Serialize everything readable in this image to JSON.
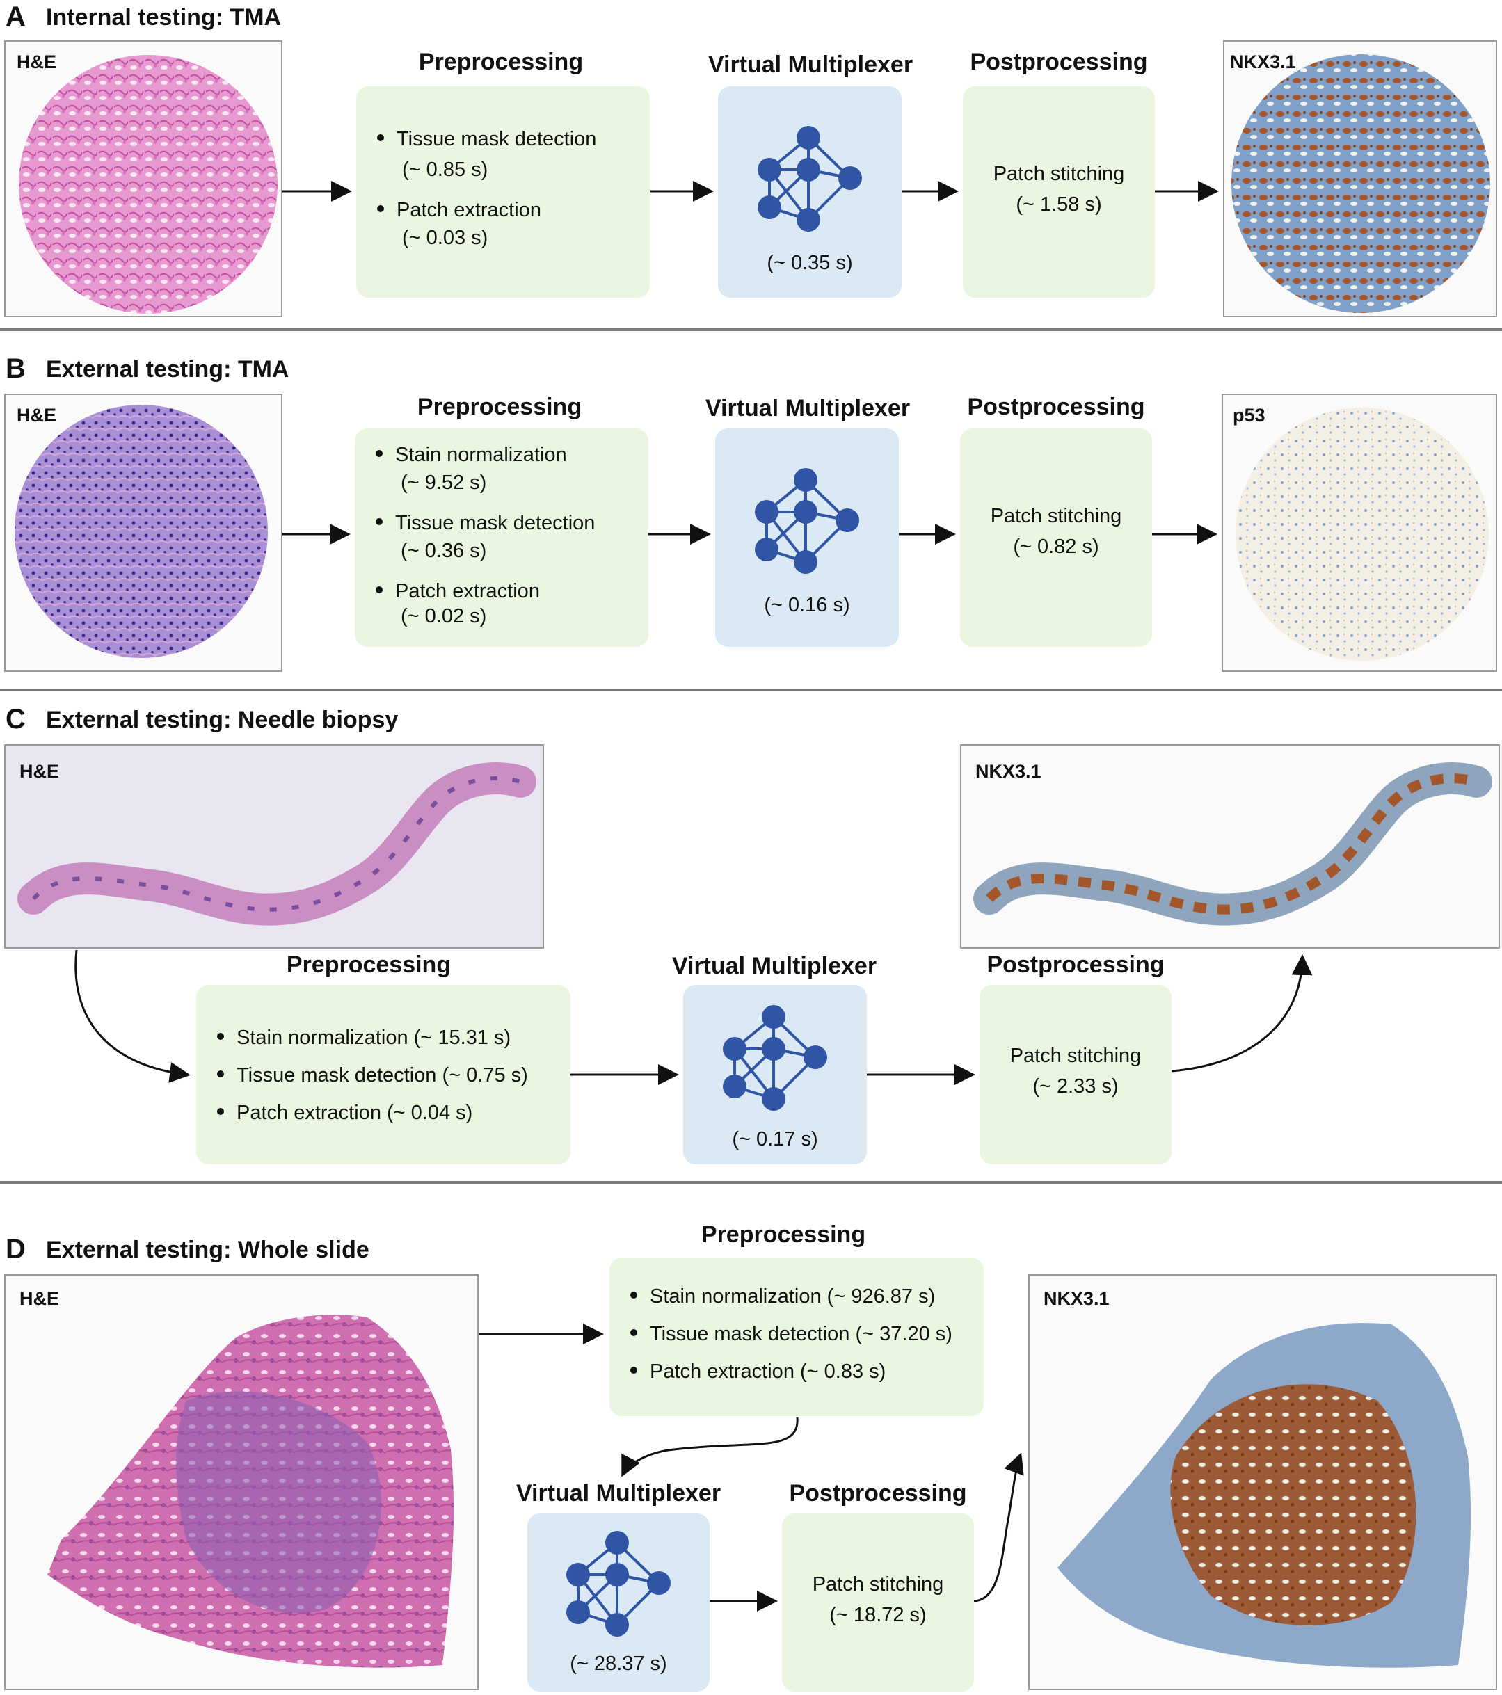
{
  "panels": {
    "a": {
      "letter": "A",
      "title": "Internal testing: TMA",
      "input_label": "H&E",
      "output_label": "NKX3.1",
      "preprocessing": {
        "title": "Preprocessing",
        "steps": [
          {
            "name": "Tissue mask detection",
            "time": "(~ 0.85 s)"
          },
          {
            "name": "Patch extraction",
            "time": "(~ 0.03 s)"
          }
        ]
      },
      "multiplexer": {
        "title": "Virtual Multiplexer",
        "time": "(~ 0.35 s)"
      },
      "postprocessing": {
        "title": "Postprocessing",
        "step": "Patch stitching",
        "time": "(~ 1.58 s)"
      }
    },
    "b": {
      "letter": "B",
      "title": "External testing: TMA",
      "input_label": "H&E",
      "output_label": "p53",
      "preprocessing": {
        "title": "Preprocessing",
        "steps": [
          {
            "name": "Stain normalization",
            "time": "(~ 9.52 s)"
          },
          {
            "name": "Tissue mask detection",
            "time": "(~ 0.36 s)"
          },
          {
            "name": "Patch extraction",
            "time": "(~ 0.02 s)"
          }
        ]
      },
      "multiplexer": {
        "title": "Virtual Multiplexer",
        "time": "(~ 0.16 s)"
      },
      "postprocessing": {
        "title": "Postprocessing",
        "step": "Patch stitching",
        "time": "(~ 0.82 s)"
      }
    },
    "c": {
      "letter": "C",
      "title": "External testing: Needle biopsy",
      "input_label": "H&E",
      "output_label": "NKX3.1",
      "preprocessing": {
        "title": "Preprocessing",
        "steps": [
          "Stain normalization (~ 15.31 s)",
          "Tissue mask detection (~ 0.75 s)",
          "Patch extraction (~ 0.04 s)"
        ]
      },
      "multiplexer": {
        "title": "Virtual Multiplexer",
        "time": "(~ 0.17 s)"
      },
      "postprocessing": {
        "title": "Postprocessing",
        "step": "Patch stitching",
        "time": "(~ 2.33 s)"
      }
    },
    "d": {
      "letter": "D",
      "title": "External testing: Whole slide",
      "input_label": "H&E",
      "output_label": "NKX3.1",
      "preprocessing": {
        "title": "Preprocessing",
        "steps": [
          "Stain normalization (~ 926.87 s)",
          "Tissue mask detection (~ 37.20 s)",
          "Patch extraction (~ 0.83 s)"
        ]
      },
      "multiplexer": {
        "title": "Virtual Multiplexer",
        "time": "(~ 28.37 s)"
      },
      "postprocessing": {
        "title": "Postprocessing",
        "step": "Patch stitching",
        "time": "(~ 18.72 s)"
      }
    }
  },
  "colors": {
    "stage_green": "#eaf6df",
    "model_blue": "#dbe9f5",
    "network_node": "#2f55a4",
    "he_pink": "#d77ab8",
    "he_purple": "#7d5fb3",
    "ihc_brown": "#9a5a2f",
    "ihc_blue": "#8fa9c9"
  }
}
